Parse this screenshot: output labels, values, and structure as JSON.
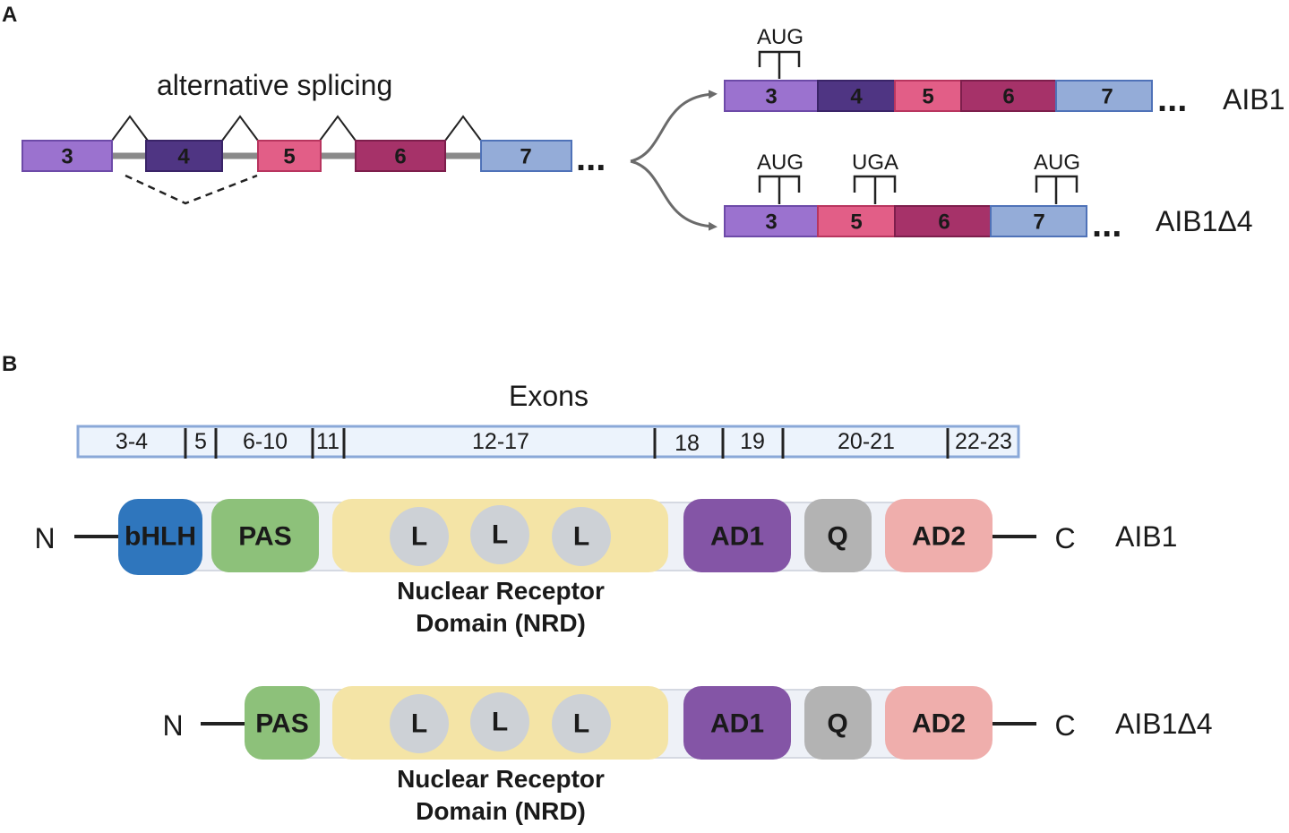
{
  "panels": {
    "a": "A",
    "b": "B"
  },
  "colors": {
    "exon3": "#9b72cf",
    "exon4": "#4f3583",
    "exon5": "#e25e87",
    "exon6": "#a63269",
    "exon7": "#94acd8",
    "bhlh": "#2f76bd",
    "pas": "#8dc17a",
    "nrd": "#f4e4a6",
    "lxxll": "#cdd1d6",
    "ad1": "#8455a6",
    "q": "#b3b3b3",
    "ad2": "#efaeac"
  },
  "panel_a": {
    "title": "alternative splicing",
    "gene_exons": [
      "3",
      "4",
      "5",
      "6",
      "7"
    ],
    "ellipsis": "...",
    "isoform1": {
      "name": "AIB1",
      "exons": [
        "3",
        "4",
        "5",
        "6",
        "7"
      ],
      "codon1": "AUG"
    },
    "isoform2": {
      "name": "AIB1Δ4",
      "exons": [
        "3",
        "5",
        "6",
        "7"
      ],
      "codon1": "AUG",
      "codon2": "UGA",
      "codon3": "AUG"
    }
  },
  "panel_b": {
    "exons_title": "Exons",
    "exon_segments": [
      "3-4",
      "5",
      "6-10",
      "11",
      "12-17",
      "18",
      "19",
      "20-21",
      "22-23"
    ],
    "n_label": "N",
    "c_label": "C",
    "protein1": {
      "name": "AIB1",
      "domains": {
        "bhlh": "bHLH",
        "pas": "PAS",
        "l1": "L",
        "l2": "L",
        "l3": "L",
        "ad1": "AD1",
        "q": "Q",
        "ad2": "AD2"
      }
    },
    "protein2": {
      "name": "AIB1Δ4",
      "domains": {
        "pas": "PAS",
        "l1": "L",
        "l2": "L",
        "l3": "L",
        "ad1": "AD1",
        "q": "Q",
        "ad2": "AD2"
      }
    },
    "nrd_label_line1": "Nuclear Receptor",
    "nrd_label_line2": "Domain (NRD)"
  }
}
